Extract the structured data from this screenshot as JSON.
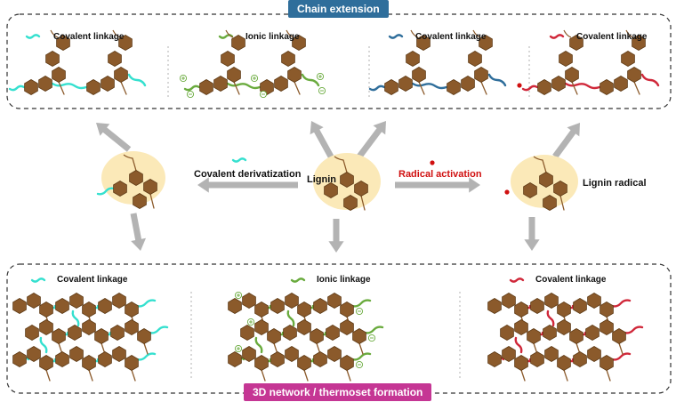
{
  "colors": {
    "hexagon": "#8b5a2b",
    "hexagon_stroke": "#5e3a15",
    "bond": "#8b5a2b",
    "covalent_cyan": "#35e0cf",
    "ionic_green": "#6aab3e",
    "covalent_blue": "#2f6e9b",
    "covalent_red": "#d0283a",
    "radical_dot": "#d01010",
    "halo": "#fbe9b8",
    "arrow": "#b3b3b3",
    "dashed_border": "#333333",
    "separator": "#b0b0b0",
    "top_banner": "#2f6e9b",
    "bottom_banner": "#c53694"
  },
  "top_panel": {
    "title": "Chain extension",
    "sections": [
      {
        "label": "Covalent linkage",
        "linker": "cyan"
      },
      {
        "label": "Ionic linkage",
        "linker": "green"
      },
      {
        "label": "Covalent linkage",
        "linker": "blue"
      },
      {
        "label": "Covalent linkage",
        "linker": "red"
      }
    ]
  },
  "middle": {
    "left_label": "Covalent derivatization",
    "center_label": "Lignin",
    "right_activation_label": "Radical activation",
    "right_label": "Lignin radical"
  },
  "bottom_panel": {
    "title": "3D network / thermoset formation",
    "sections": [
      {
        "label": "Covalent linkage",
        "linker": "cyan"
      },
      {
        "label": "Ionic linkage",
        "linker": "green"
      },
      {
        "label": "Covalent linkage",
        "linker": "red"
      }
    ]
  },
  "icons": {
    "hexagon": "lignin-aromatic-ring-icon",
    "linker": "linker-chain-icon",
    "arrow": "reaction-arrow-icon",
    "radical": "radical-dot-icon",
    "charge_plus": "positive-charge-icon",
    "charge_minus": "negative-charge-icon"
  }
}
